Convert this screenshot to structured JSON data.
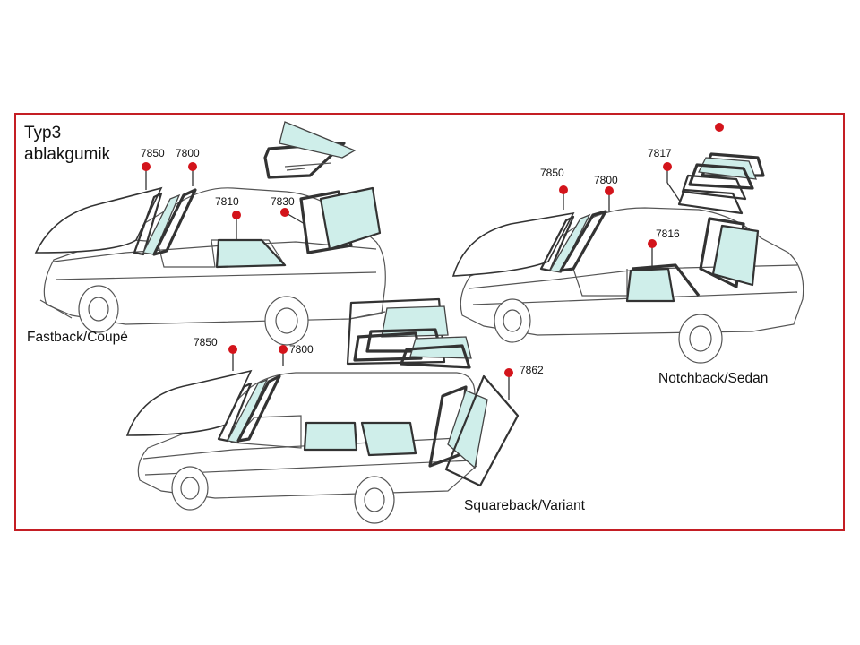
{
  "title_line1": "Typ3",
  "title_line2": "ablakgumik",
  "variants": {
    "fastback": "Fastback/Coupé",
    "notchback": "Notchback/Sedan",
    "squareback": "Squareback/Variant"
  },
  "part_codes": {
    "fastback": [
      "7850",
      "7800",
      "7810",
      "7830"
    ],
    "notchback": [
      "7850",
      "7800",
      "7817",
      "7816"
    ],
    "squareback": [
      "7850",
      "7800",
      "7862"
    ]
  },
  "colors": {
    "frame_border": "#c41e24",
    "marker_dot": "#d3141b",
    "glass": "#cfeeea"
  }
}
